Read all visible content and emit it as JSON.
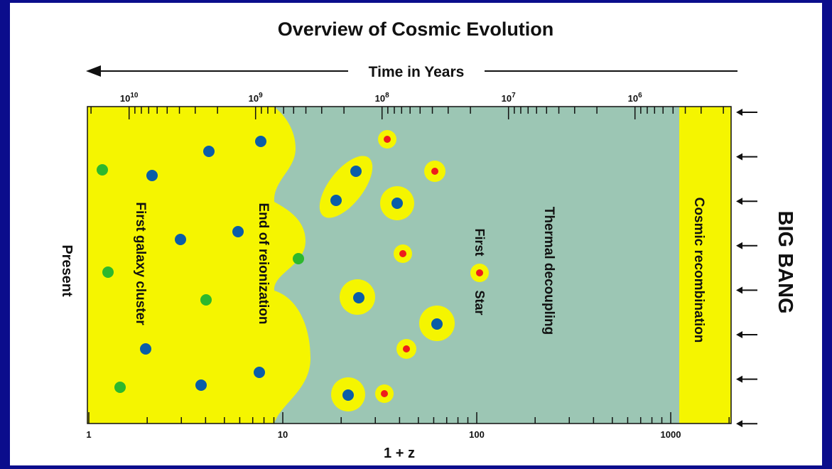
{
  "title": "Overview of Cosmic Evolution",
  "time_axis": {
    "label": "Time in Years",
    "ticks": [
      {
        "base": "10",
        "exp": "10",
        "years": 10000000000.0
      },
      {
        "base": "10",
        "exp": "9",
        "years": 1000000000.0
      },
      {
        "base": "10",
        "exp": "8",
        "years": 100000000.0
      },
      {
        "base": "10",
        "exp": "7",
        "years": 10000000.0
      },
      {
        "base": "10",
        "exp": "6",
        "years": 1000000.0
      }
    ]
  },
  "z_axis": {
    "label": "1 + z",
    "ticks": [
      "1",
      "10",
      "100",
      "1000"
    ],
    "range": [
      1,
      2000
    ]
  },
  "left_label": "Present",
  "right_label": "BIG BANG",
  "eras": {
    "first_galaxy_cluster": "First galaxy cluster",
    "end_of_reionization": "End of reionization",
    "first_star_line1": "First",
    "first_star_line2": "Star",
    "thermal_decoupling": "Thermal decoupling",
    "cosmic_recombination": "Cosmic recombination"
  },
  "colors": {
    "background": "#0b0d8c",
    "ionized_yellow": "#f5f500",
    "neutral_teal": "#9cc6b4",
    "galaxy_blue": "#0a5da8",
    "galaxy_green": "#2db82d",
    "star_red": "#ee1c1c",
    "ink": "#111111"
  }
}
